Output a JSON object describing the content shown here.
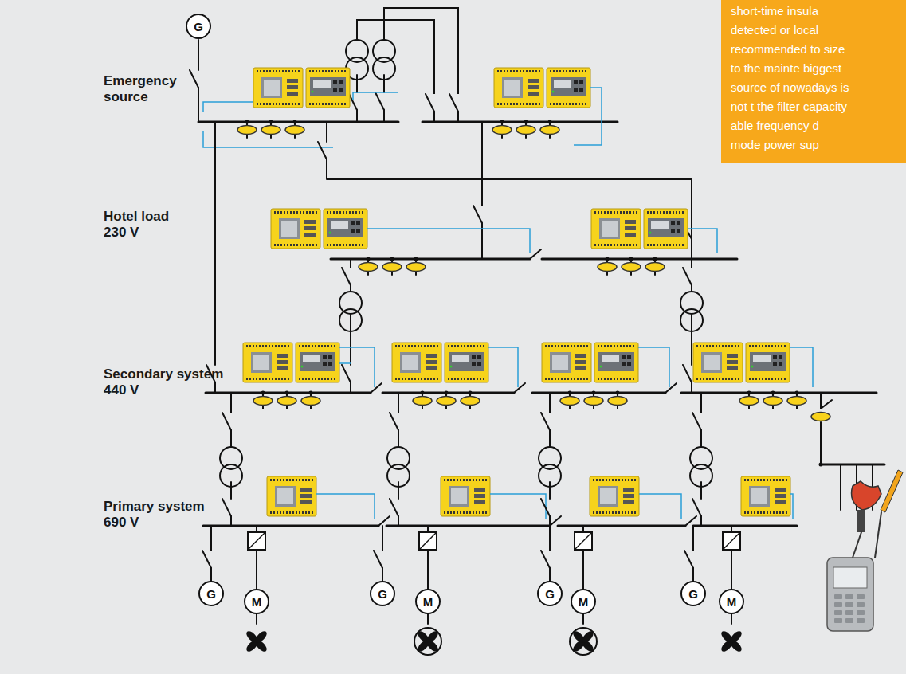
{
  "diagram": {
    "nodes": [
      {
        "text": [
          "G"
        ]
      },
      {
        "text": [
          "short-time insula detected or local recommended to size to the mainte biggest source of nowadays is not t the filter capacity able frequency d mode power sup"
        ]
      },
      {
        "text": [
          "G"
        ]
      },
      {
        "text": [
          "M"
        ]
      },
      {
        "text": [
          "G"
        ]
      },
      {
        "text": [
          "M"
        ]
      },
      {
        "text": [
          "G"
        ]
      },
      {
        "text": [
          "M"
        ]
      },
      {
        "text": [
          "G"
        ]
      },
      {
        "text": [
          "M"
        ]
      }
    ],
    "labels": [
      "Emergency source",
      "Hotel load 230 V",
      "Secondary system 440 V",
      "Primary system 690 V"
    ]
  }
}
